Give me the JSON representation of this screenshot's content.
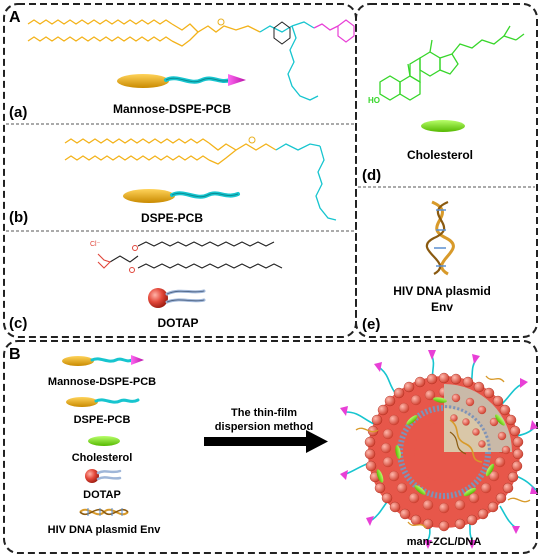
{
  "panel_a": {
    "letter": "A",
    "a": {
      "tag": "(a)",
      "name": "Mannose-DSPE-PCB"
    },
    "b": {
      "tag": "(b)",
      "name": "DSPE-PCB"
    },
    "c": {
      "tag": "(c)",
      "name": "DOTAP"
    },
    "d": {
      "tag": "(d)",
      "name": "Cholesterol",
      "hydroxyl": "HO"
    },
    "e": {
      "tag": "(e)",
      "name_line1": "HIV DNA plasmid",
      "name_line2": "Env"
    }
  },
  "panel_b": {
    "letter": "B",
    "legend": [
      "Mannose-DSPE-PCB",
      "DSPE-PCB",
      "Cholesterol",
      "DOTAP",
      "HIV DNA plasmid Env"
    ],
    "method_line1": "The thin-film",
    "method_line2": "dispersion method",
    "product": "man-ZCL/DNA"
  },
  "colors": {
    "lipid_tail": "#f3b21a",
    "pcb": "#17c5cf",
    "mannose": "#e83fd6",
    "cholesterol": "#37d62a",
    "dotap_head": "#e0453a",
    "dna": "#d89a2a",
    "border": "#222222"
  }
}
